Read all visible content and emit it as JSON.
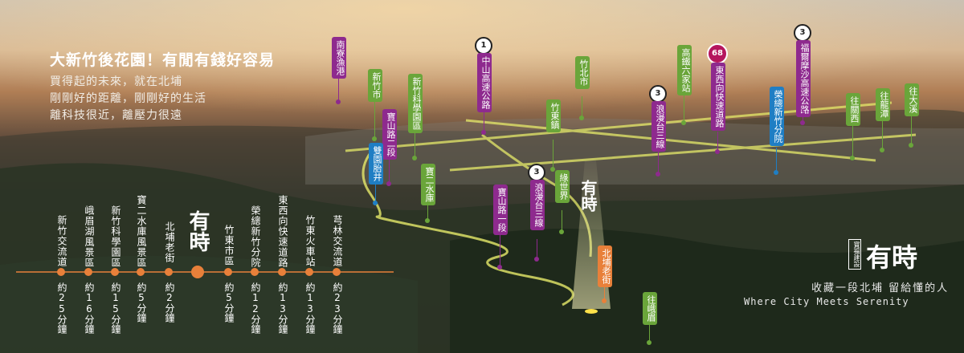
{
  "headline": "大新竹後花園！有閒有錢好容易",
  "subtitle_lines": [
    "買得起的未來，就在北埔",
    "剛剛好的距離，剛剛好的生活",
    "離科技很近，離壓力很遠"
  ],
  "timeline": [
    {
      "place": "新竹交流道",
      "time": "約25分鐘"
    },
    {
      "place": "峨眉湖風景區",
      "time": "約16分鐘"
    },
    {
      "place": "新竹科學園區",
      "time": "約15分鐘"
    },
    {
      "place": "寶二水庫風景區",
      "time": "約5分鐘"
    },
    {
      "place": "北埔老街",
      "time": "約2分鐘"
    }
  ],
  "timeline_right": [
    {
      "place": "竹東市區",
      "time": "約5分鐘"
    },
    {
      "place": "榮總新竹分院",
      "time": "約12分鐘"
    },
    {
      "place": "東西向快速道路",
      "time": "約13分鐘"
    },
    {
      "place": "竹東火車站",
      "time": "約13分鐘"
    },
    {
      "place": "芎林交流道",
      "time": "約23分鐘"
    }
  ],
  "center_label": "有時",
  "map_center_label": "有時",
  "map_labels": [
    {
      "text": "南寮漁港",
      "color": "#8e2a8e"
    },
    {
      "text": "新竹市",
      "color": "#6aa53a"
    },
    {
      "text": "新竹科學園區",
      "color": "#6aa53a"
    },
    {
      "text": "寶山路二段",
      "color": "#8e2a8e"
    },
    {
      "text": "雙園胎井",
      "color": "#1f7ec4"
    },
    {
      "text": "寶二水庫",
      "color": "#6aa53a"
    },
    {
      "text": "中山高速公路",
      "color": "#8e2a8e"
    },
    {
      "text": "寶山路一段",
      "color": "#8e2a8e"
    },
    {
      "text": "浪漫台三線",
      "color": "#8e2a8e"
    },
    {
      "text": "竹東鎮",
      "color": "#6aa53a"
    },
    {
      "text": "綠世界",
      "color": "#6aa53a"
    },
    {
      "text": "竹北市",
      "color": "#6aa53a"
    },
    {
      "text": "浪漫台三線",
      "color": "#8e2a8e"
    },
    {
      "text": "高鐵六家站",
      "color": "#6aa53a"
    },
    {
      "text": "東西向快速道路",
      "color": "#8e2a8e"
    },
    {
      "text": "榮總新竹分院",
      "color": "#1f7ec4"
    },
    {
      "text": "福爾摩沙高速公路",
      "color": "#8e2a8e"
    },
    {
      "text": "往關西",
      "color": "#6aa53a"
    },
    {
      "text": "往龍潭",
      "color": "#6aa53a"
    },
    {
      "text": "往大溪",
      "color": "#6aa53a"
    },
    {
      "text": "北埔老街",
      "color": "#e8803a"
    },
    {
      "text": "往峨眉",
      "color": "#6aa53a"
    }
  ],
  "shields": [
    "1",
    "3",
    "3",
    "68",
    "3"
  ],
  "brand": {
    "small": "寶福建設",
    "name": "有時",
    "tagline": "收藏一段北埔 留給懂的人",
    "english": "Where City Meets Serenity"
  }
}
